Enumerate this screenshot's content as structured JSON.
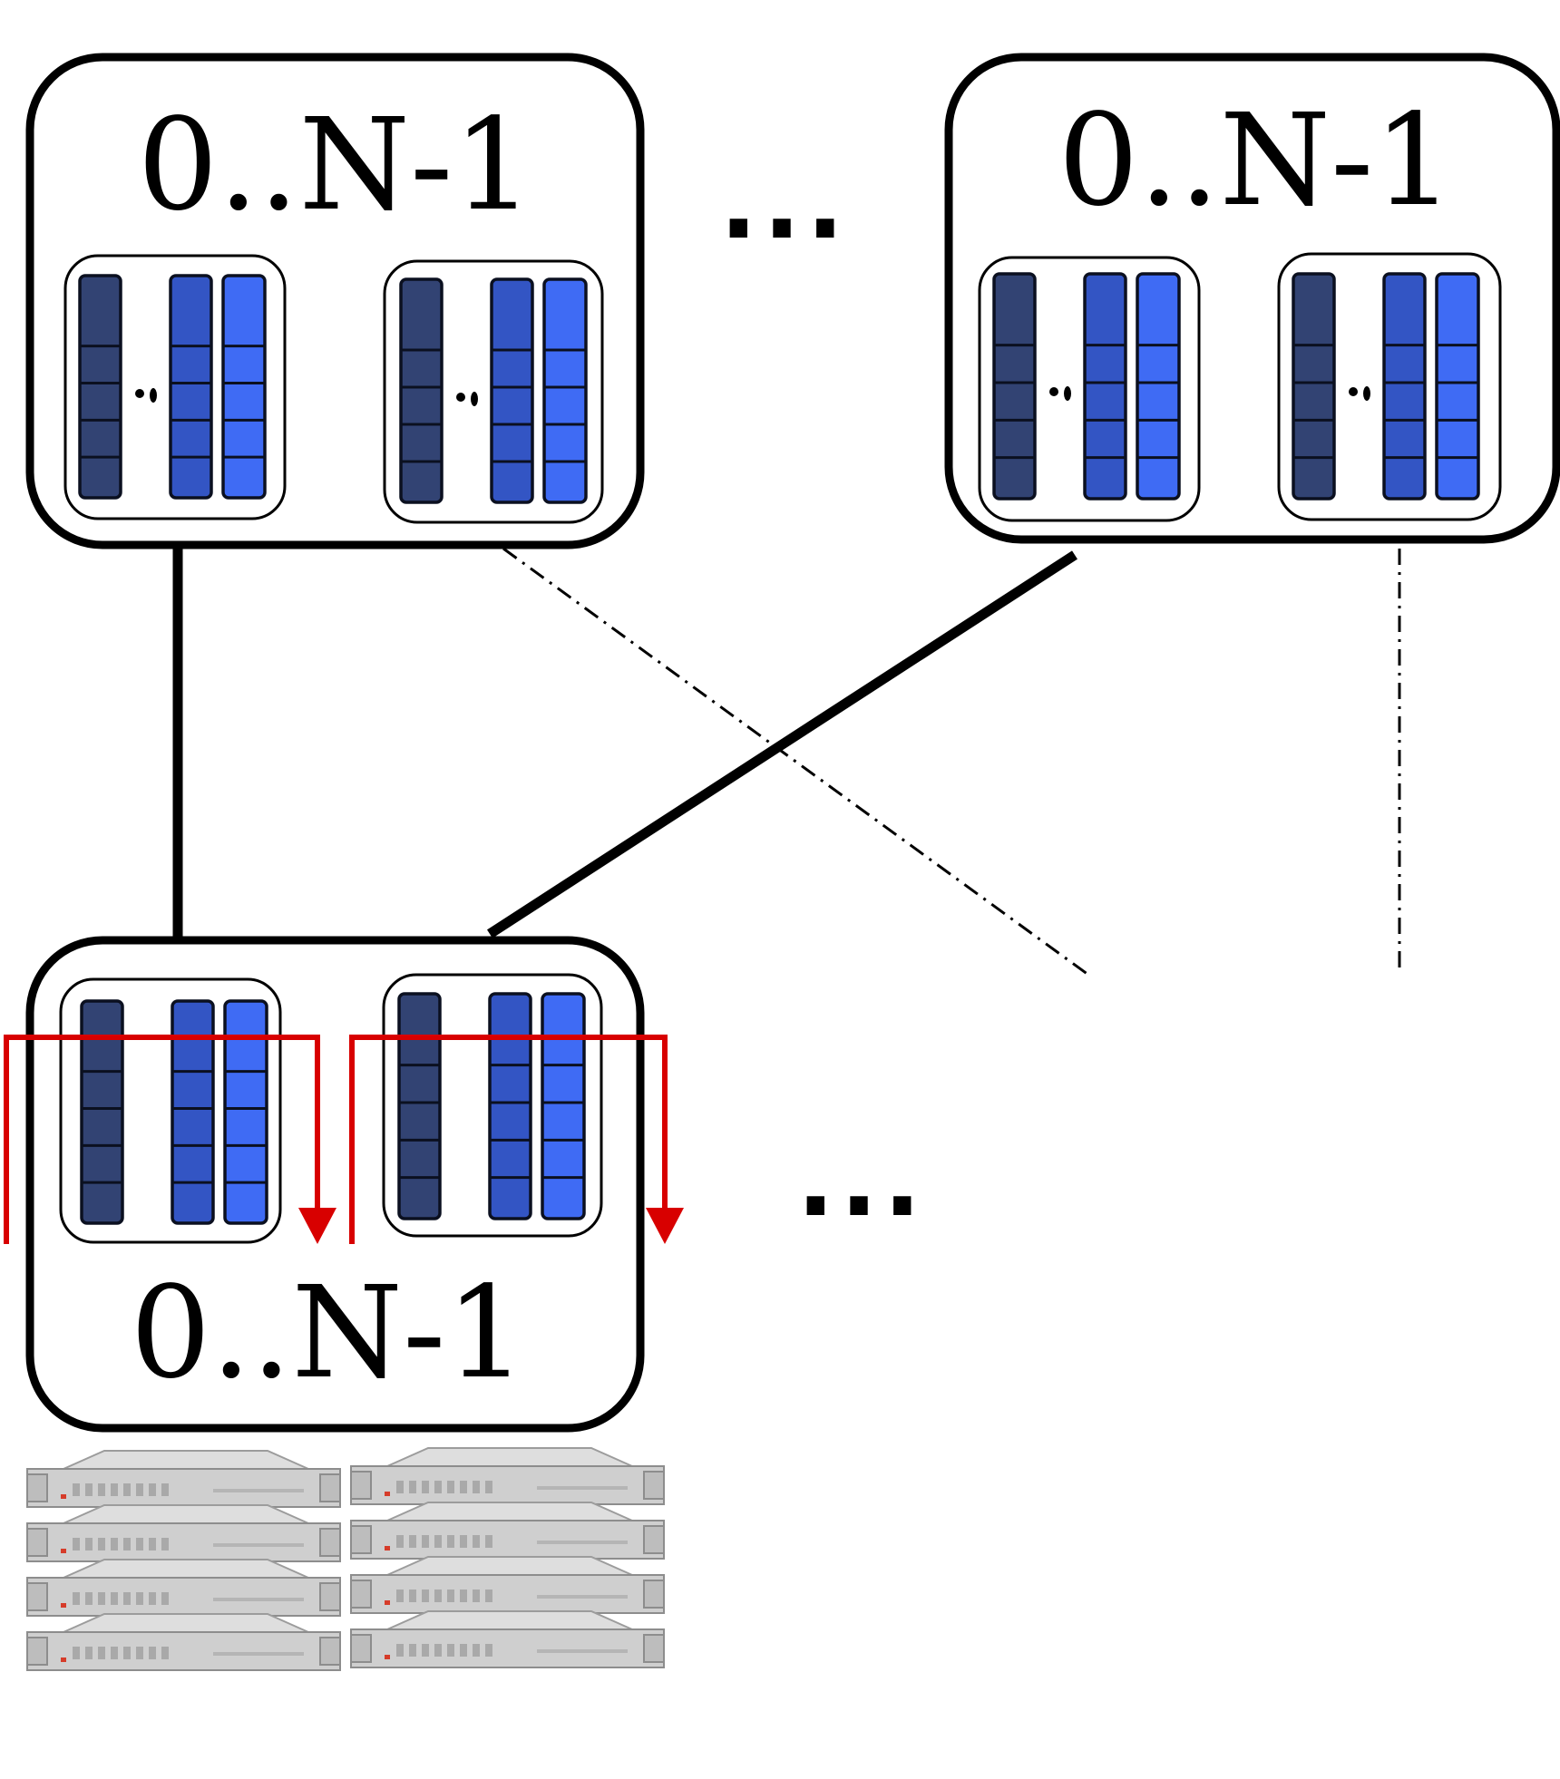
{
  "colors": {
    "queue_dark": "#324373",
    "queue_mid": "#3355c4",
    "queue_bright": "#3f6bf4",
    "flow_arrow": "#d80000",
    "switch_border": "#000000",
    "server_body": "#cfcfcf"
  },
  "switches": {
    "top_left": {
      "label": "0..N-1"
    },
    "top_right": {
      "label": "0..N-1"
    },
    "bottom_left": {
      "label": "0..N-1"
    }
  },
  "ellipses": {
    "top": "...",
    "bottom": "..."
  },
  "icons": {
    "server": "server-rack-icon",
    "queue": "queue-column-icon",
    "flow": "red-flow-arrow"
  }
}
